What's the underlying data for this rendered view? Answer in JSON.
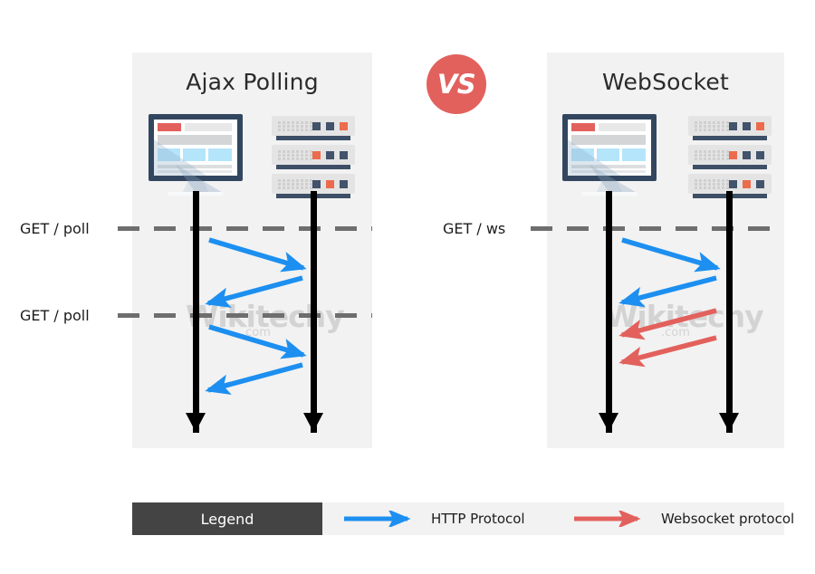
{
  "page": {
    "background": "#ffffff",
    "panel_background": "#f2f2f2"
  },
  "vs": {
    "label": "VS",
    "color": "#e2615d"
  },
  "panels": [
    {
      "id": "ajax-polling",
      "title": "Ajax Polling",
      "client_icon": "monitor-icon",
      "server_icon": "server-rack-icon",
      "timeline_labels": [
        "GET / poll",
        "GET / poll"
      ],
      "messages": [
        {
          "protocol": "http",
          "direction": "client-to-server"
        },
        {
          "protocol": "http",
          "direction": "server-to-client"
        },
        {
          "protocol": "http",
          "direction": "client-to-server"
        },
        {
          "protocol": "http",
          "direction": "server-to-client"
        }
      ]
    },
    {
      "id": "websocket",
      "title": "WebSocket",
      "client_icon": "monitor-icon",
      "server_icon": "server-rack-icon",
      "timeline_labels": [
        "GET / ws"
      ],
      "messages": [
        {
          "protocol": "http",
          "direction": "client-to-server"
        },
        {
          "protocol": "http",
          "direction": "server-to-client"
        },
        {
          "protocol": "websocket",
          "direction": "server-to-client"
        },
        {
          "protocol": "websocket",
          "direction": "server-to-client"
        }
      ]
    }
  ],
  "legend": {
    "title": "Legend",
    "title_background": "#444444",
    "entries": [
      {
        "label": "HTTP Protocol",
        "color": "#1c8ff0",
        "arrow_icon": "arrow-right-icon"
      },
      {
        "label": "Websocket protocol",
        "color": "#e2615d",
        "arrow_icon": "arrow-right-icon"
      }
    ]
  },
  "watermark": {
    "main": "Wikitechy",
    "sub": ".com"
  },
  "colors": {
    "http_blue": "#1c8ff0",
    "websocket_red": "#e2615d",
    "lifeline": "#000000",
    "dash_gray": "#6e6e6e",
    "monitor_frame": "#32475f",
    "server_body": "#e4e4e4",
    "server_foot": "#3d4f66",
    "led_dark": "#42536b",
    "led_orange": "#ec6b4d"
  }
}
